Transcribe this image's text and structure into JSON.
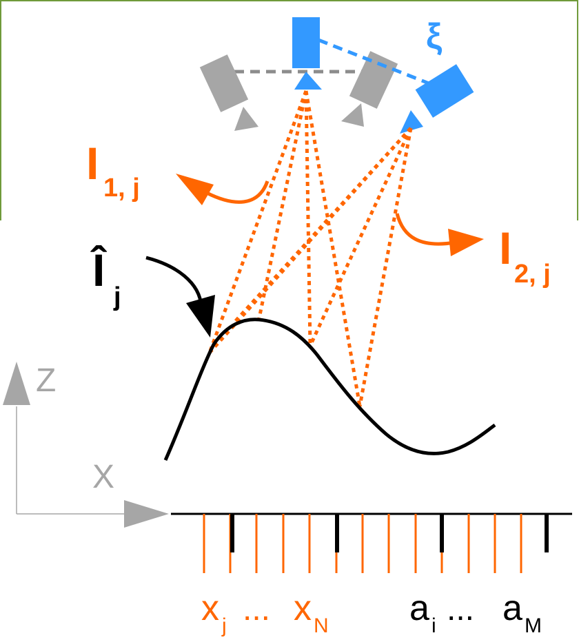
{
  "colors": {
    "orange": "#ff6600",
    "blue": "#3399ff",
    "gray": "#a6a6a6",
    "dark_gray": "#8c8c8c",
    "black": "#000000",
    "frame_green": "#6f9a3a"
  },
  "labels": {
    "xi": "ξ",
    "I1": {
      "main": "I",
      "sub": "1, j"
    },
    "I2": {
      "main": "I",
      "sub": "2, j"
    },
    "Ihat": {
      "main": "Î",
      "sub": "j"
    },
    "axis_z": "Z",
    "axis_x": "X",
    "x_j": {
      "main": "x",
      "sub": "j"
    },
    "ellipsis": "...",
    "x_N": {
      "main": "x",
      "sub": "N"
    },
    "a_i": {
      "main": "a",
      "sub": "i"
    },
    "a_M": {
      "main": "a",
      "sub": "M"
    }
  }
}
